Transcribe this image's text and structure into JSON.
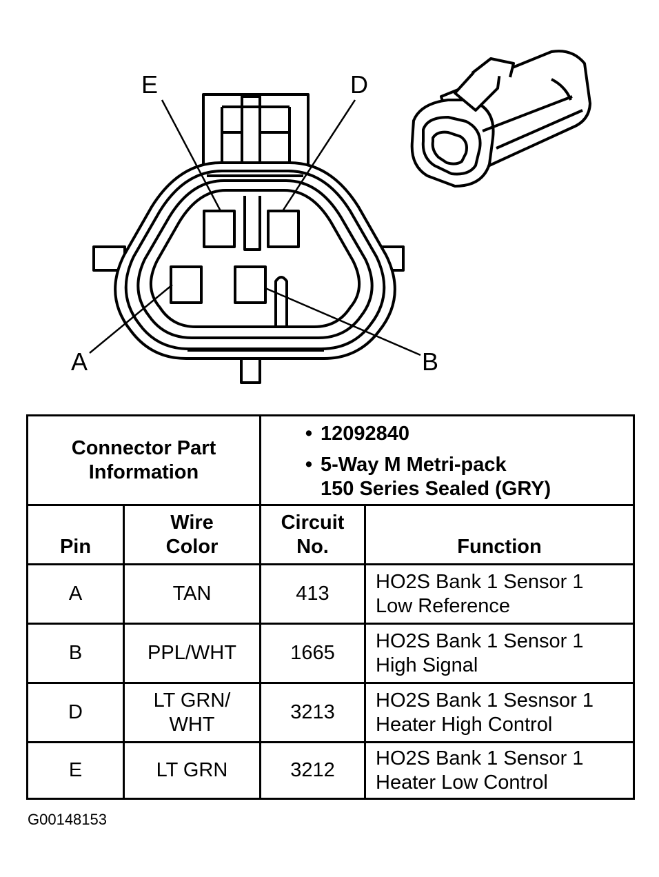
{
  "diagram": {
    "pin_labels": {
      "E": "E",
      "D": "D",
      "A": "A",
      "B": "B"
    }
  },
  "table": {
    "part_info_label": "Connector Part Information",
    "part_info": [
      "12092840",
      "5-Way M Metri-pack",
      "150 Series Sealed (GRY)"
    ],
    "headers": {
      "pin": "Pin",
      "wire_color_1": "Wire",
      "wire_color_2": "Color",
      "circuit_1": "Circuit",
      "circuit_2": "No.",
      "function": "Function"
    },
    "rows": [
      {
        "pin": "A",
        "wire_color_1": "TAN",
        "wire_color_2": "",
        "circuit": "413",
        "function_1": "HO2S Bank 1 Sensor 1",
        "function_2": "Low Reference"
      },
      {
        "pin": "B",
        "wire_color_1": "PPL/WHT",
        "wire_color_2": "",
        "circuit": "1665",
        "function_1": "HO2S Bank 1 Sensor 1",
        "function_2": "High Signal"
      },
      {
        "pin": "D",
        "wire_color_1": "LT GRN/",
        "wire_color_2": "WHT",
        "circuit": "3213",
        "function_1": "HO2S Bank 1 Sesnsor 1",
        "function_2": "Heater High Control"
      },
      {
        "pin": "E",
        "wire_color_1": "LT GRN",
        "wire_color_2": "",
        "circuit": "3212",
        "function_1": "HO2S Bank 1 Sensor 1",
        "function_2": "Heater Low Control"
      }
    ]
  },
  "figure_id": "G00148153"
}
